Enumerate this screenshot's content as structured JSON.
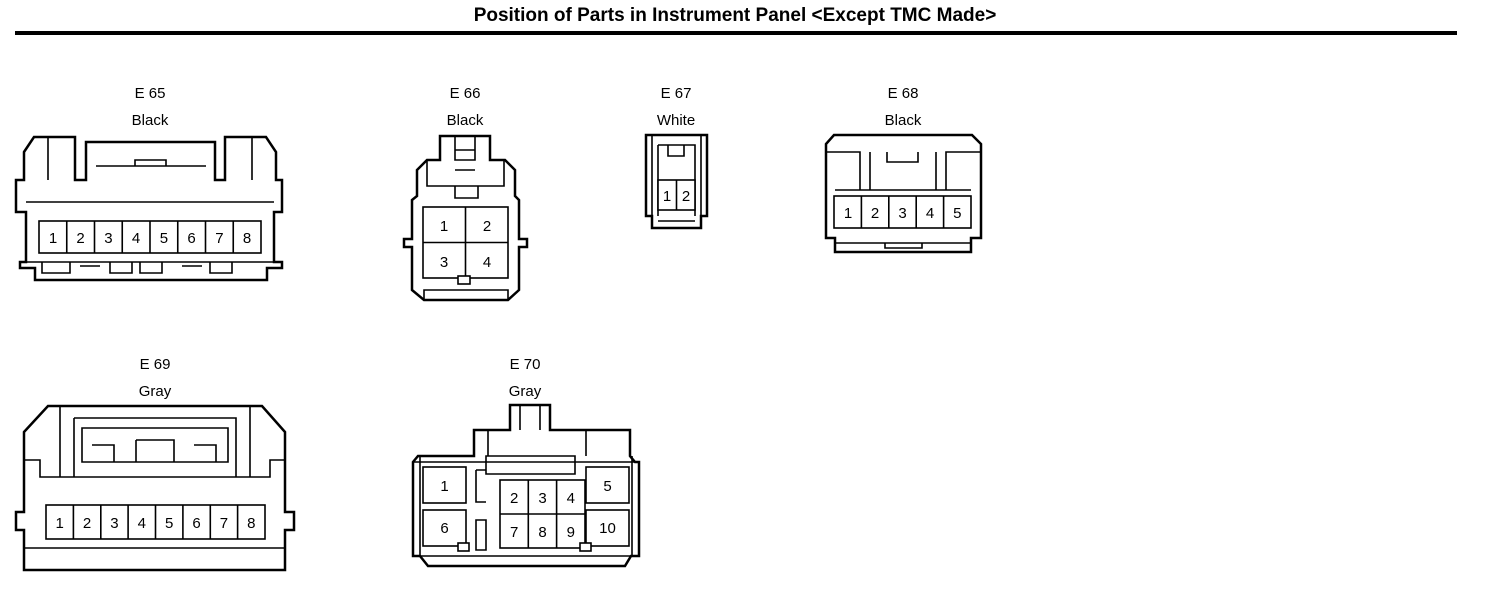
{
  "title": "Position of Parts in Instrument Panel <Except TMC Made>",
  "connectors": [
    {
      "code": "E 65",
      "color": "Black",
      "pins": [
        "1",
        "2",
        "3",
        "4",
        "5",
        "6",
        "7",
        "8"
      ]
    },
    {
      "code": "E 66",
      "color": "Black",
      "pins": [
        "1",
        "2",
        "3",
        "4"
      ]
    },
    {
      "code": "E 67",
      "color": "White",
      "pins": [
        "1",
        "2"
      ]
    },
    {
      "code": "E 68",
      "color": "Black",
      "pins": [
        "1",
        "2",
        "3",
        "4",
        "5"
      ]
    },
    {
      "code": "E 69",
      "color": "Gray",
      "pins": [
        "1",
        "2",
        "3",
        "4",
        "5",
        "6",
        "7",
        "8"
      ]
    },
    {
      "code": "E 70",
      "color": "Gray",
      "pins": [
        "1",
        "2",
        "3",
        "4",
        "5",
        "6",
        "7",
        "8",
        "9",
        "10"
      ]
    }
  ]
}
